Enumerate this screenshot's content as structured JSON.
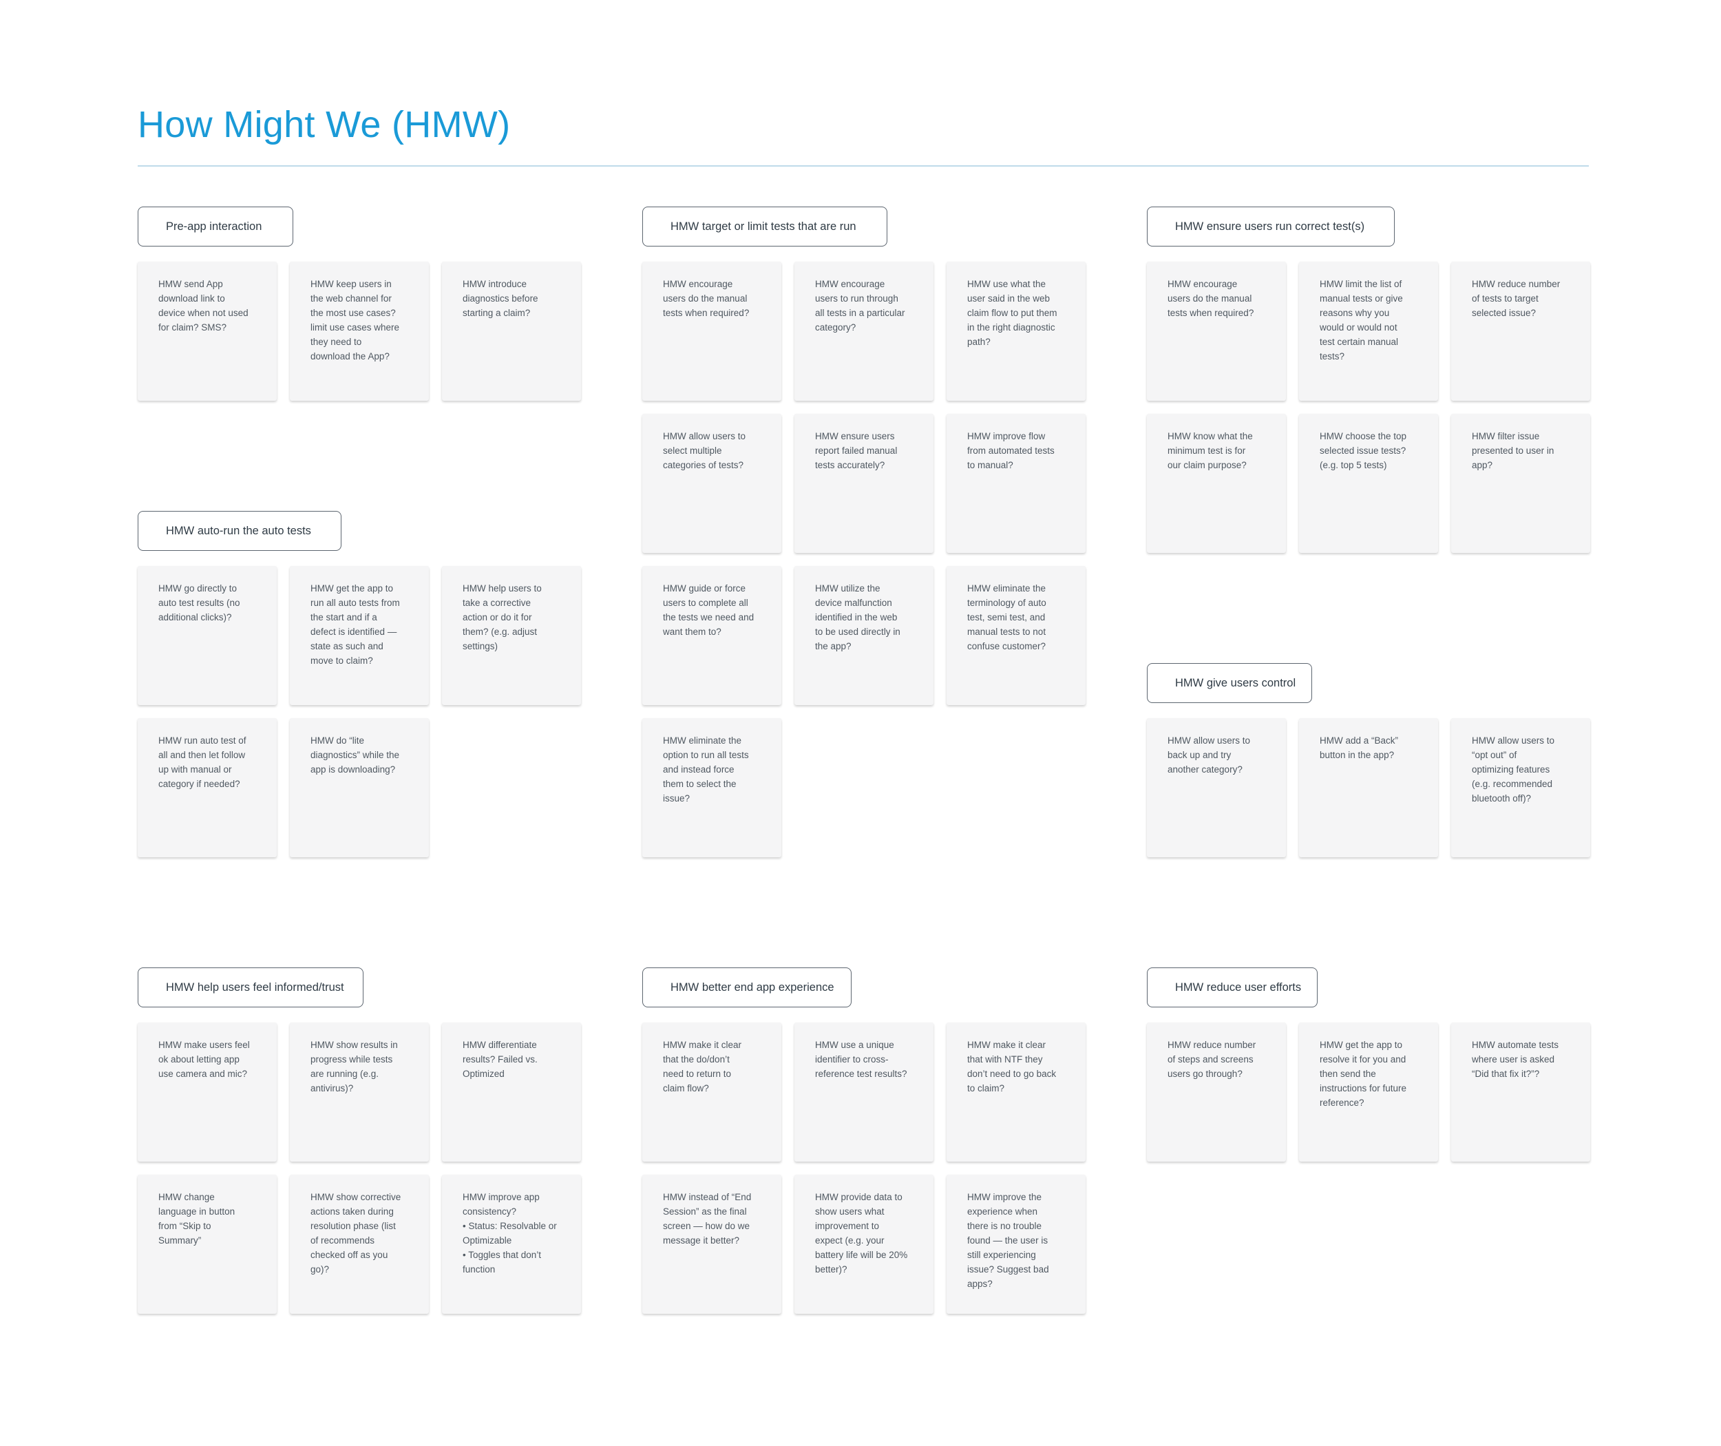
{
  "title": "How Might We (HMW)",
  "groups": [
    {
      "label": "Pre-app interaction",
      "cards": [
        [
          "HMW send App",
          "download link to",
          "device when not used",
          "for claim? SMS?"
        ],
        [
          "HMW keep users in",
          "the web channel for",
          "the most use cases?",
          "limit use cases where",
          "they need to",
          "download the App?"
        ],
        [
          "HMW introduce",
          "diagnostics before",
          "starting a claim?"
        ]
      ]
    },
    {
      "label": "HMW target or limit tests that are run",
      "cards": [
        [
          "HMW encourage",
          "users do the manual",
          "tests when required?"
        ],
        [
          "HMW encourage",
          "users to run through",
          "all tests in a particular",
          "category?"
        ],
        [
          "HMW use what the",
          "user said in the web",
          "claim flow to put them",
          "in the right diagnostic",
          "path?"
        ],
        [
          "HMW allow users to",
          "select multiple",
          "categories of tests?"
        ],
        [
          "HMW ensure users",
          "report failed manual",
          "tests accurately?"
        ],
        [
          "HMW improve flow",
          "from automated tests",
          "to manual?"
        ],
        [
          "HMW guide or force",
          "users to complete all",
          "the tests we need and",
          "want them to?"
        ],
        [
          "HMW utilize the",
          "device malfunction",
          "identified in the web",
          "to be used directly in",
          "the app?"
        ],
        [
          "HMW eliminate the",
          "terminology of auto",
          "test, semi test, and",
          "manual tests to not",
          "confuse customer?"
        ],
        [
          "HMW eliminate the",
          "option to run all tests",
          "and instead force",
          "them to select the",
          "issue?"
        ]
      ]
    },
    {
      "label": "HMW ensure users run correct test(s)",
      "cards": [
        [
          "HMW encourage",
          "users do the manual",
          "tests when required?"
        ],
        [
          "HMW limit the list of",
          "manual tests or give",
          "reasons why you",
          "would or would not",
          "test certain manual",
          "tests?"
        ],
        [
          "HMW reduce number",
          "of tests to target",
          "selected issue?"
        ],
        [
          "HMW know what the",
          "minimum test is for",
          "our claim purpose?"
        ],
        [
          "HMW choose the top",
          "selected issue tests?",
          "(e.g.  top 5 tests)"
        ],
        [
          "HMW filter issue",
          "presented to user in",
          "app?"
        ]
      ]
    },
    {
      "label": "HMW auto-run the auto tests",
      "cards": [
        [
          "HMW go directly to",
          "auto test results (no",
          "additional clicks)?"
        ],
        [
          "HMW get the app to",
          "run all auto tests from",
          "the start and if a",
          "defect is identified —",
          "state as such and",
          "move to claim?"
        ],
        [
          "HMW help users to",
          "take a corrective",
          "action or do it for",
          "them? (e.g. adjust",
          "settings)"
        ],
        [
          "HMW run auto test of",
          "all and then let follow",
          "up with manual or",
          "category if needed?"
        ],
        [
          "HMW do “lite",
          "diagnostics” while the",
          "app is downloading?"
        ]
      ]
    },
    {
      "label": "HMW give users control",
      "cards": [
        [
          "HMW allow users to",
          "back up and try",
          "another category?"
        ],
        [
          "HMW add a “Back”",
          "button in the app?"
        ],
        [
          "HMW allow users to",
          "“opt out” of",
          "optimizing features",
          "(e.g. recommended",
          "bluetooth off)?"
        ]
      ]
    },
    {
      "label": "HMW help users feel informed/trust",
      "cards": [
        [
          "HMW make users feel",
          "ok about letting app",
          "use camera and mic?"
        ],
        [
          "HMW show results in",
          "progress while tests",
          "are running (e.g.",
          "antivirus)?"
        ],
        [
          "HMW differentiate",
          "results? Failed vs.",
          "Optimized"
        ],
        [
          "HMW change",
          "language in button",
          "from “Skip to",
          "Summary”"
        ],
        [
          "HMW show corrective",
          "actions taken during",
          "resolution phase (list",
          "of recommends",
          "checked off as you",
          "go)?"
        ],
        [
          "HMW improve app",
          "consistency?",
          "• Status: Resolvable or",
          "Optimizable",
          "• Toggles that don’t",
          "function"
        ]
      ]
    },
    {
      "label": "HMW better end app experience",
      "cards": [
        [
          "HMW make it clear",
          "that the do/don’t",
          "need to return to",
          "claim flow?"
        ],
        [
          "HMW use a unique",
          "identifier to cross-",
          "reference test results?"
        ],
        [
          "HMW make it clear",
          "that with NTF they",
          "don’t need to go back",
          "to claim?"
        ],
        [
          "HMW instead of “End",
          "Session” as the final",
          "screen — how do we",
          "message it better?"
        ],
        [
          "HMW provide data to",
          "show users what",
          "improvement to",
          "expect (e.g. your",
          "battery life will be 20%",
          "better)?"
        ],
        [
          "HMW improve the",
          "experience when",
          "there is no trouble",
          "found — the user is",
          "still experiencing",
          "issue? Suggest bad",
          "apps?"
        ]
      ]
    },
    {
      "label": "HMW reduce user efforts",
      "cards": [
        [
          "HMW reduce number",
          "of steps and screens",
          "users go through?"
        ],
        [
          "HMW get the app to",
          "resolve it for you and",
          "then send the",
          "instructions for future",
          "reference?"
        ],
        [
          "HMW automate tests",
          "where user is asked",
          "“Did that fix it?”?"
        ]
      ]
    }
  ]
}
